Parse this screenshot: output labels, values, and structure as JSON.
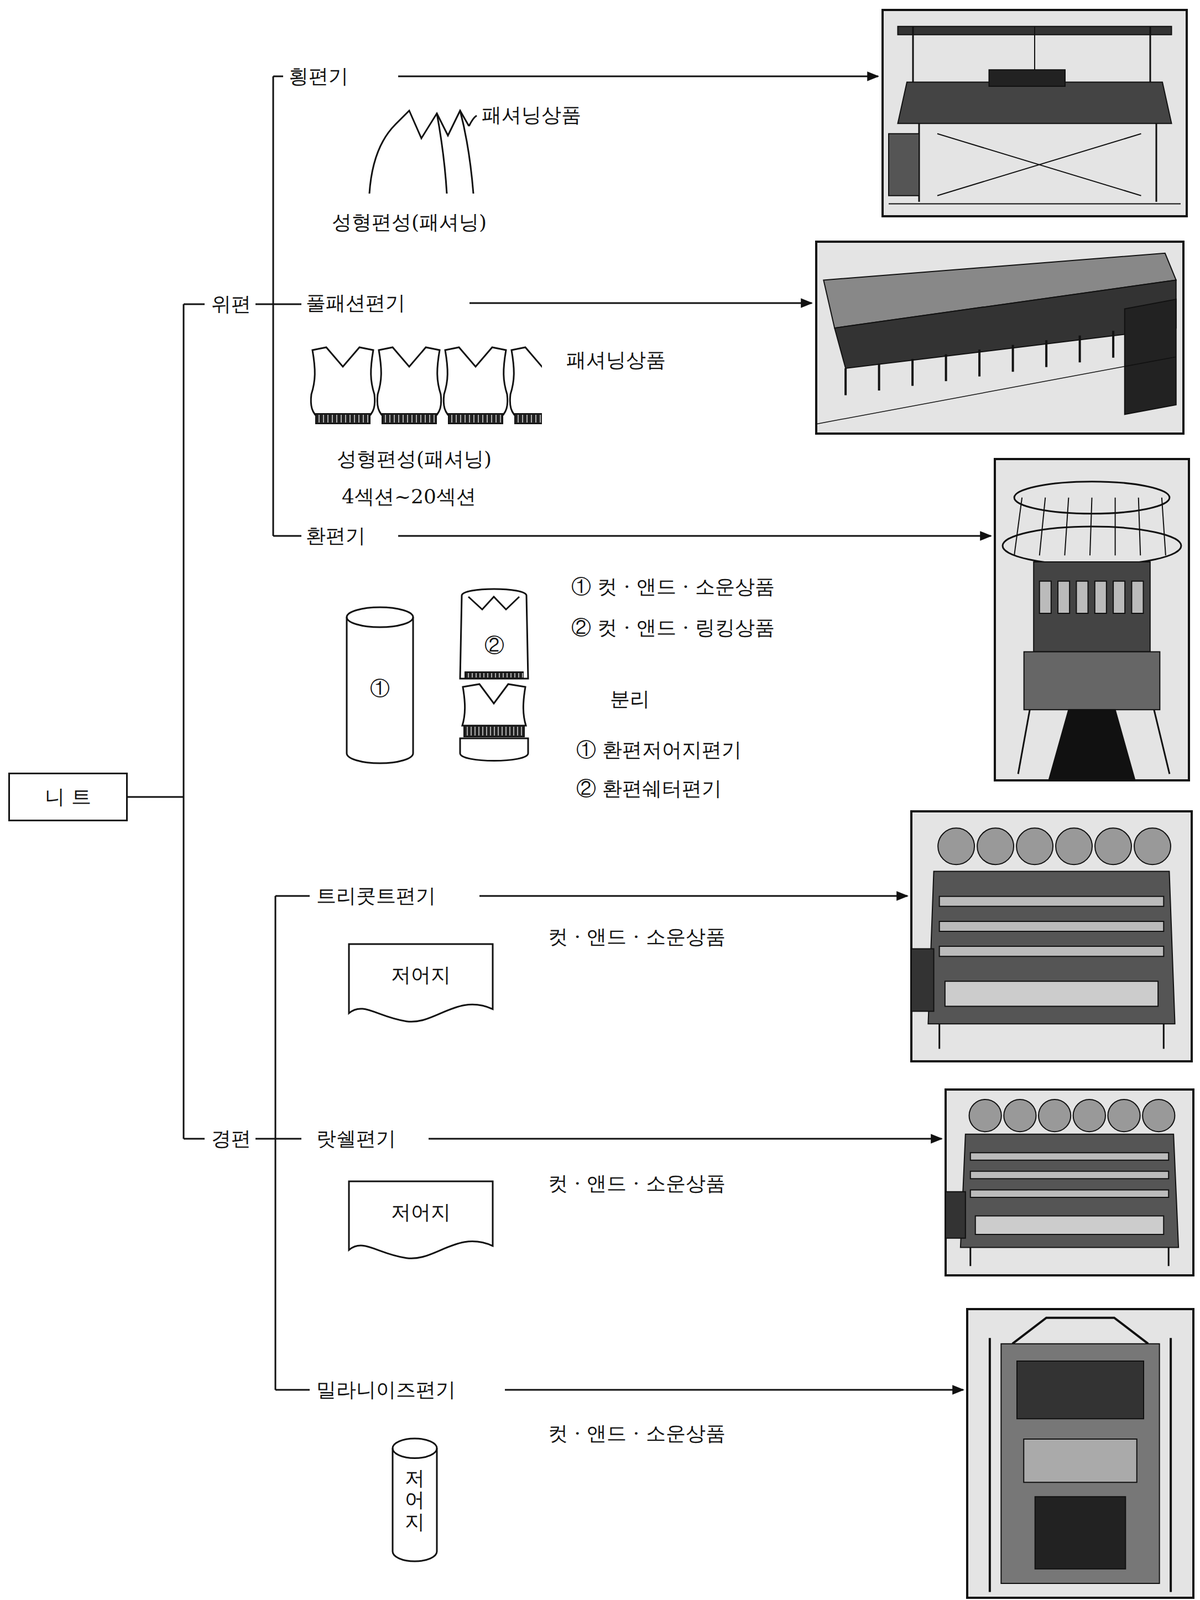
{
  "diagram": {
    "nodes": [
      {
        "text": [
          "니 트"
        ]
      },
      {
        "text": [
          "①"
        ]
      },
      {
        "text": [
          "②"
        ]
      },
      {
        "text": [
          "저어지"
        ]
      },
      {
        "text": [
          "저어지"
        ]
      },
      {
        "text": [
          "저어지"
        ]
      }
    ],
    "labels": [
      "횡편기",
      "패셔닝상품",
      "성형편성(패셔닝)",
      "위편",
      "풀패션편기",
      "패셔닝상품",
      "성형편성(패셔닝)",
      "4섹션~20섹션",
      "환편기",
      "① 컷 · 앤드 · 소운상품",
      "② 컷 · 앤드 · 링킹상품",
      "분리",
      "① 환편저어지편기",
      "② 환편쉐터편기",
      "경편",
      "트리콧트편기",
      "컷 · 앤드 · 소운상품",
      "랏쉘편기",
      "컷 · 앤드 · 소운상품",
      "밀라니이즈편기",
      "컷 · 앤드 · 소운상품"
    ]
  }
}
